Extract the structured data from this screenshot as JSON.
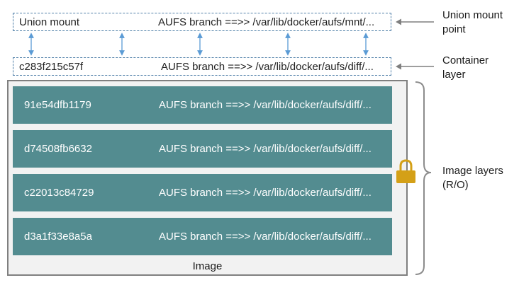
{
  "union_mount": {
    "name": "Union mount",
    "branch": "AUFS branch ==>> /var/lib/docker/aufs/mnt/..."
  },
  "container_layer": {
    "name": "c283f215c57f",
    "branch": "AUFS branch ==>> /var/lib/docker/aufs/diff/..."
  },
  "image_layers": [
    {
      "name": "91e54dfb1179",
      "branch": "AUFS branch ==>> /var/lib/docker/aufs/diff/..."
    },
    {
      "name": "d74508fb6632",
      "branch": "AUFS branch ==>> /var/lib/docker/aufs/diff/..."
    },
    {
      "name": "c22013c84729",
      "branch": "AUFS branch ==>> /var/lib/docker/aufs/diff/..."
    },
    {
      "name": "d3a1f33e8a5a",
      "branch": "AUFS branch ==>> /var/lib/docker/aufs/diff/..."
    }
  ],
  "image_caption": "Image",
  "labels": {
    "union_mount_point_line1": "Union mount",
    "union_mount_point_line2": "point",
    "container_layer_line1": "Container",
    "container_layer_line2": "layer",
    "image_layers_line1": "Image layers",
    "image_layers_line2": "(R/O)"
  },
  "colors": {
    "layer_fill": "#538c90",
    "dashed_border": "#4f7fa8",
    "lock": "#d4a017",
    "arrow": "#5b9bd5"
  },
  "icons": {
    "lock": "lock-icon"
  }
}
